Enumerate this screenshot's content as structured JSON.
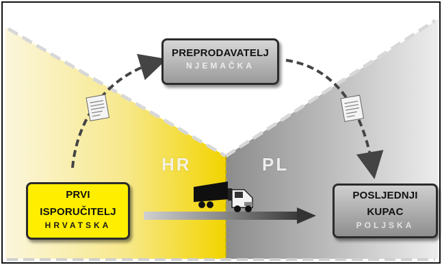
{
  "regions": {
    "left": "HR",
    "right": "PL"
  },
  "reseller": {
    "name": "PREPRODAVATELJ",
    "country": "NJEMAČKA"
  },
  "first_supplier": {
    "name_line1": "PRVI",
    "name_line2": "ISPORUČITELJ",
    "country": "HRVATSKA"
  },
  "last_buyer": {
    "name_line1": "POSLJEDNJI",
    "name_line2": "KUPAC",
    "country": "POLJSKA"
  },
  "colors": {
    "yellow": "#ffee00",
    "gray": "#9a9a9a",
    "dark": "#2b2b2b"
  },
  "icons": [
    "document-icon",
    "truck-icon",
    "dashed-arrow-icon"
  ]
}
